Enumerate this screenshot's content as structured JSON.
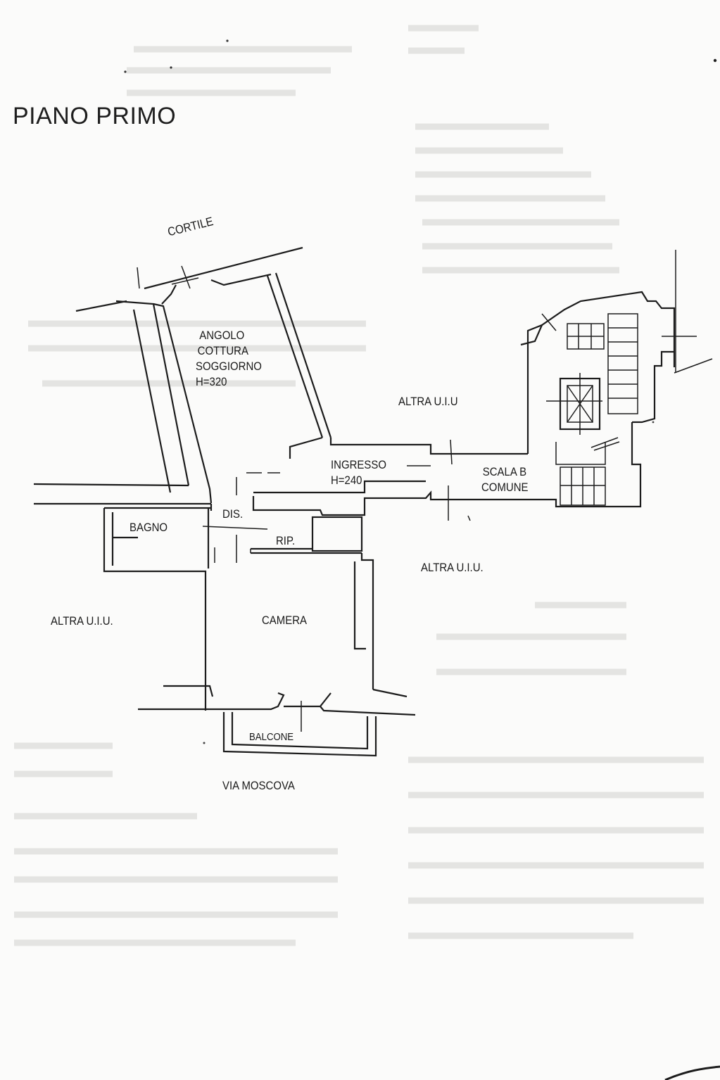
{
  "title": "PIANO PRIMO",
  "labels": {
    "cortile": "CORTILE",
    "angolo_line1": "ANGOLO",
    "angolo_line2": "COTTURA",
    "angolo_line3": "SOGGIORNO",
    "angolo_height": "H=320",
    "altra_top": "ALTRA U.I.U",
    "ingresso": "INGRESSO",
    "ingresso_height": "H=240",
    "scala_line1": "SCALA B",
    "scala_line2": "COMUNE",
    "dis": "DIS.",
    "bagno": "BAGNO",
    "rip": "RIP.",
    "altra_right": "ALTRA U.I.U.",
    "altra_left": "ALTRA U.I.U.",
    "camera": "CAMERA",
    "balcone": "BALCONE",
    "via": "VIA MOSCOVA"
  }
}
